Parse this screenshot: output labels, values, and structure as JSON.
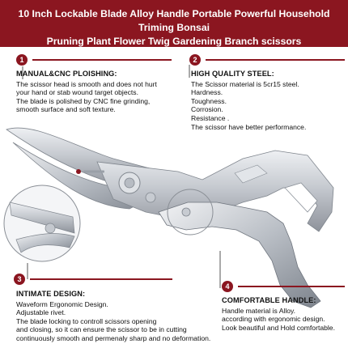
{
  "title": {
    "line1": "10 Inch Lockable Blade Alloy Handle Portable Powerful Household Triming Bonsai",
    "line2": "Pruning Plant Flower Twig Gardening Branch scissors"
  },
  "features": [
    {
      "number": "1",
      "heading": "MANUAL&CNC PLOISHING:",
      "lines": [
        "The scissor head is smooth and does not hurt",
        "your hand or stab wound target objects.",
        "The blade is polished by CNC fine grinding,",
        "smooth surface and soft texture."
      ]
    },
    {
      "number": "2",
      "heading": "HIGH QUALITY STEEL:",
      "lines": [
        "The Scissor material is 5cr15 steel.",
        "Hardness.",
        "Toughness.",
        "Corrosion.",
        "Resistance .",
        "The scissor have better performance."
      ]
    },
    {
      "number": "3",
      "heading": "INTIMATE DESIGN:",
      "lines": [
        "Waveform Ergonomic Design.",
        "Adjustable rivet.",
        "The blade locking to controll scissors opening",
        "and closing, so it can ensure the scissor to be in cutting",
        "continuously smooth and permenaly sharp and no deformation."
      ]
    },
    {
      "number": "4",
      "heading": "COMFORTABLE HANDLE:",
      "lines": [
        "Handle material is Alloy.",
        "according with ergonomic design.",
        "Look beautiful and Hold comfortable."
      ]
    }
  ],
  "colors": {
    "accent": "#8b1620",
    "steel": "#c9ccd1"
  },
  "icons": [
    "scissors-product-image",
    "blade-closeup-image",
    "rivet-lock-closeup-image"
  ]
}
